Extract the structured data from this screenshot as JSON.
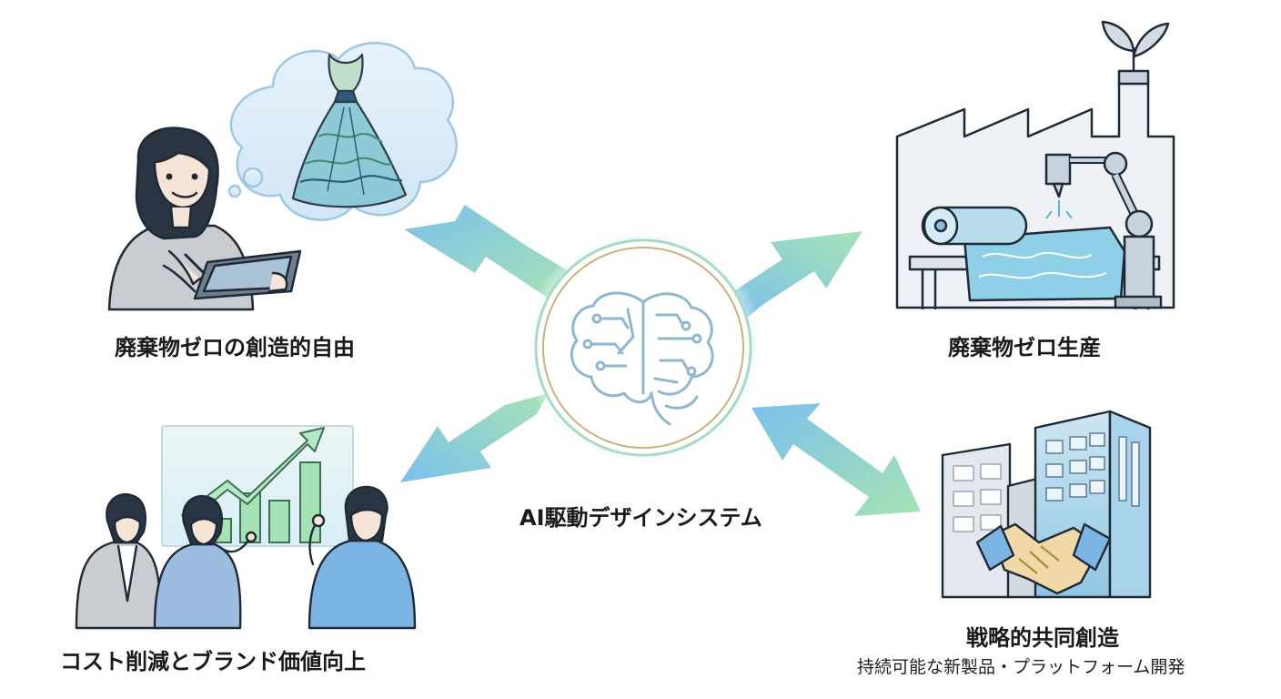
{
  "center": {
    "label": "AI駆動デザインシステム",
    "icon": "brain-circuit-icon"
  },
  "nodes": {
    "top_left": {
      "label": "廃棄物ゼロの創造的自由",
      "icon": "designer-with-tablet-icon"
    },
    "top_right": {
      "label": "廃棄物ゼロ生産",
      "icon": "robotic-factory-icon"
    },
    "bottom_left": {
      "label": "コスト削減とブランド価値向上",
      "icon": "team-growth-chart-icon"
    },
    "bottom_right": {
      "label": "戦略的共同創造",
      "sublabel": "持続可能な新製品・プラットフォーム開発",
      "icon": "handshake-buildings-icon"
    }
  },
  "colors": {
    "arrow_blue": "#7cc0ec",
    "arrow_green": "#a6e3b4",
    "ring_gold": "#c9b27a",
    "line": "#3b4252"
  }
}
